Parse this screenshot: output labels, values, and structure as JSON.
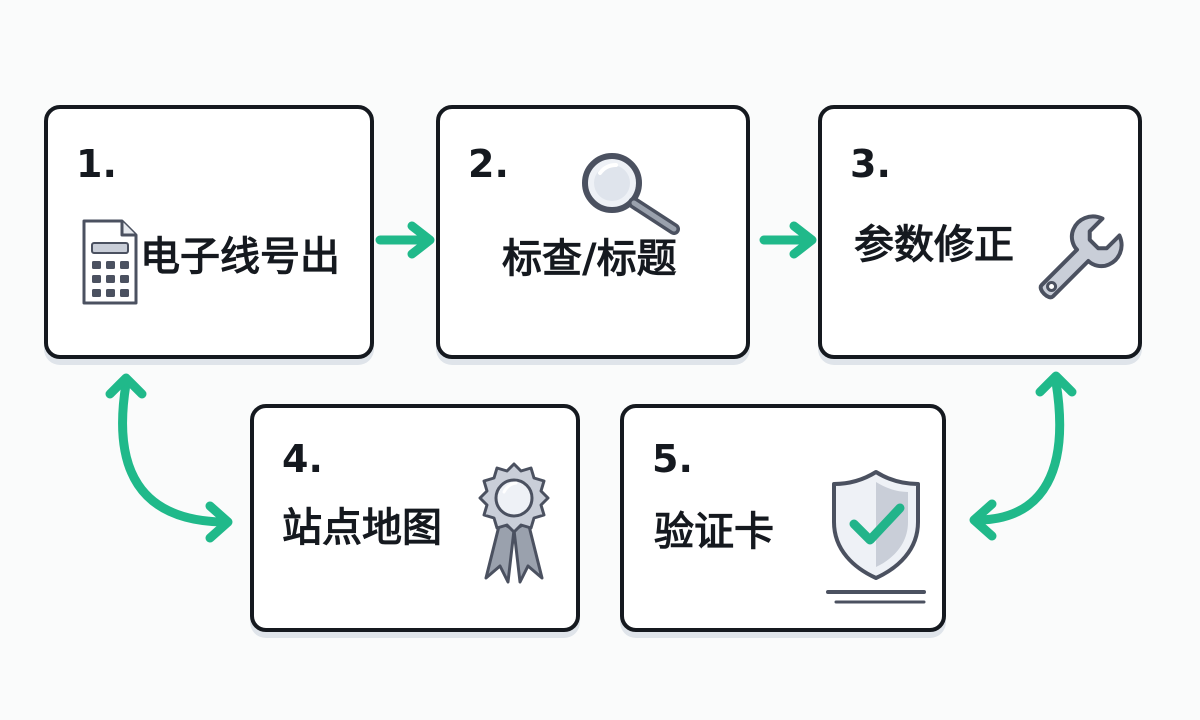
{
  "steps": [
    {
      "number": "1.",
      "label": "电子线号出",
      "icon": "document-calculator-icon"
    },
    {
      "number": "2.",
      "label": "标查/标题",
      "icon": "magnifier-icon"
    },
    {
      "number": "3.",
      "label": "参数修正",
      "icon": "wrench-icon"
    },
    {
      "number": "4.",
      "label": "站点地图",
      "icon": "award-ribbon-icon"
    },
    {
      "number": "5.",
      "label": "验证卡",
      "icon": "shield-check-icon"
    }
  ],
  "colors": {
    "arrow": "#20b98a",
    "border": "#15191f",
    "icon_fill": "#c9ced8",
    "icon_stroke": "#4b5160",
    "check": "#22b48a"
  }
}
